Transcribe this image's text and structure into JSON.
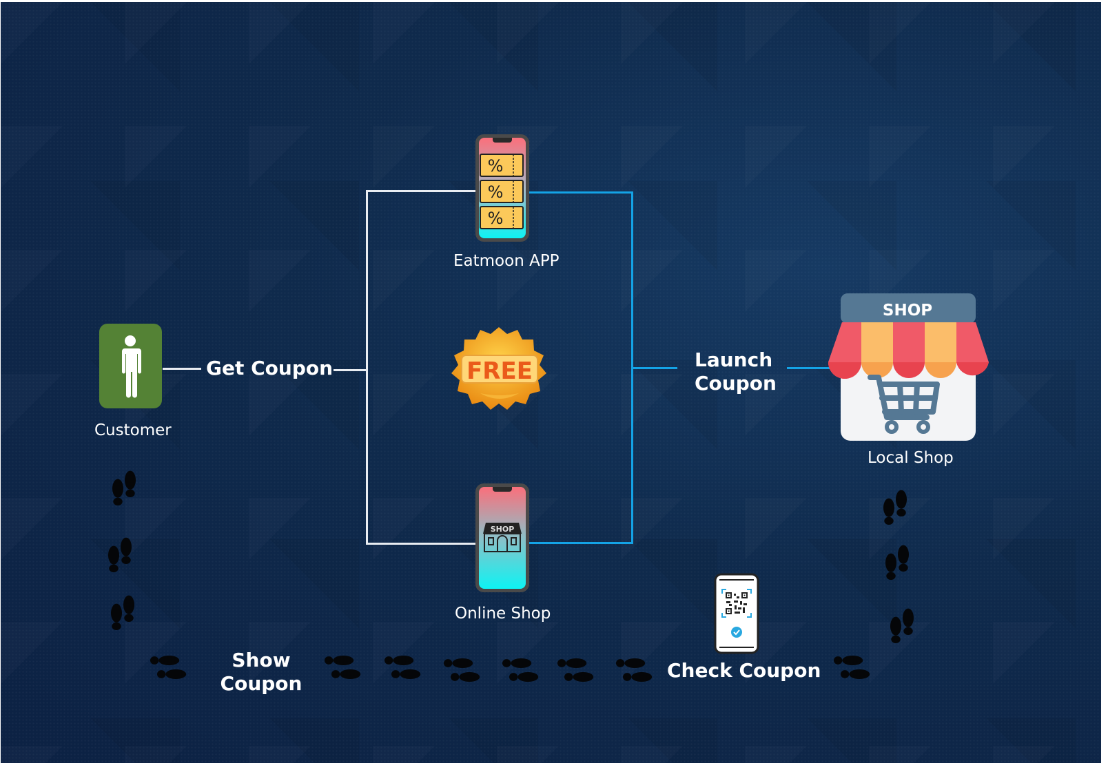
{
  "diagram": {
    "nodes": {
      "customer": {
        "label": "Customer",
        "icon": "person-icon",
        "color": "#548235"
      },
      "eatmoon_app": {
        "label": "Eatmoon APP",
        "icon": "coupon-phone-icon"
      },
      "free_badge": {
        "label": "FREE",
        "icon": "free-badge-icon"
      },
      "online_shop": {
        "label": "Online Shop",
        "icon": "shop-phone-icon",
        "screen_text": "SHOP"
      },
      "local_shop": {
        "label": "Local Shop",
        "icon": "storefront-cart-icon",
        "sign_text": "SHOP"
      },
      "check_phone": {
        "icon": "qr-check-phone-icon"
      }
    },
    "steps": {
      "get_coupon": "Get Coupon",
      "launch_coupon_1": "Launch",
      "launch_coupon_2": "Coupon",
      "show_coupon_1": "Show",
      "show_coupon_2": "Coupon",
      "check_coupon": "Check Coupon"
    },
    "colors": {
      "background": "#0f2a4c",
      "connector_left": "#e9edf2",
      "connector_right": "#14a3e6",
      "customer_box": "#548235",
      "awning_red": "#f05a68",
      "awning_orange": "#fbbd6a",
      "shop_sign": "#557894"
    }
  }
}
